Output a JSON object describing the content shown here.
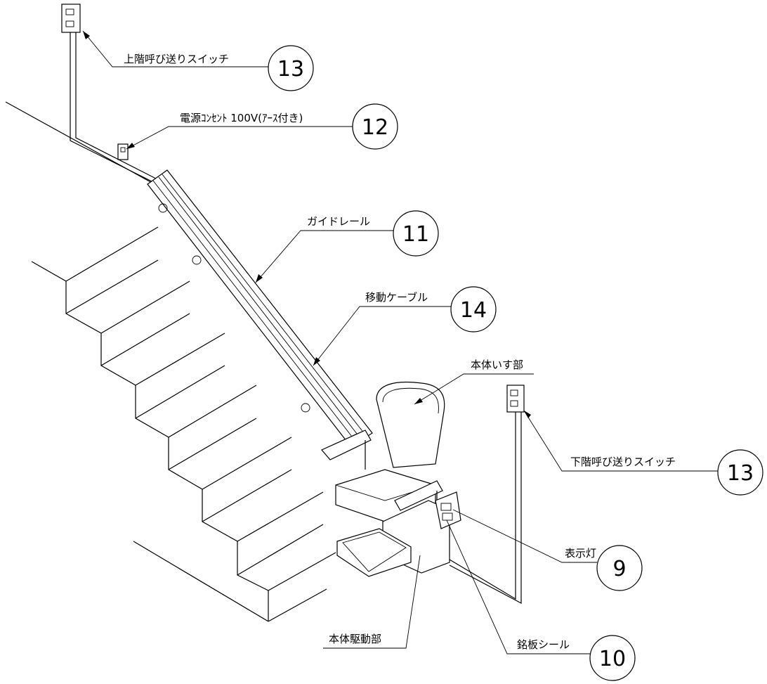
{
  "callouts": {
    "upstairs_switch": {
      "label": "上階呼び送りスイッチ",
      "number": "13"
    },
    "power_outlet": {
      "label": "電源ｺﾝｾﾝﾄ 100V(ｱｰｽ付き)",
      "number": "12"
    },
    "guide_rail": {
      "label": "ガイドレール",
      "number": "11"
    },
    "moving_cable": {
      "label": "移動ケーブル",
      "number": "14"
    },
    "seat_unit": {
      "label": "本体いす部"
    },
    "downstairs_switch": {
      "label": "下階呼び送りスイッチ",
      "number": "13"
    },
    "indicator_light": {
      "label": "表示灯",
      "number": "9"
    },
    "drive_unit": {
      "label": "本体駆動部"
    },
    "nameplate_seal": {
      "label": "銘板シール",
      "number": "10"
    }
  }
}
